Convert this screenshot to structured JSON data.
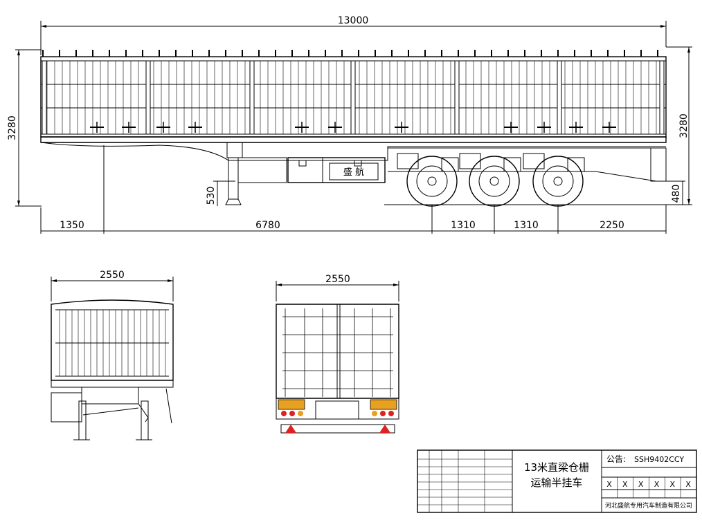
{
  "dimensions": {
    "side_overall_length": "13000",
    "side_height_left": "3280",
    "side_height_right": "3280",
    "landing_gear_height": "530",
    "deck_rear_height": "480",
    "segments": [
      "1350",
      "6780",
      "1310",
      "1310",
      "2250"
    ],
    "front_width": "2550",
    "rear_width": "2550"
  },
  "cab_badge": "盛 航",
  "title_block": {
    "title_line1": "13米直梁仓栅",
    "title_line2": "运输半挂车",
    "notice_label": "公告:",
    "notice_value": "SSH9402CCY",
    "x_marks": [
      "X",
      "X",
      "X",
      "X",
      "X",
      "X"
    ],
    "company": "河北盛航专用汽车制造有限公司"
  }
}
